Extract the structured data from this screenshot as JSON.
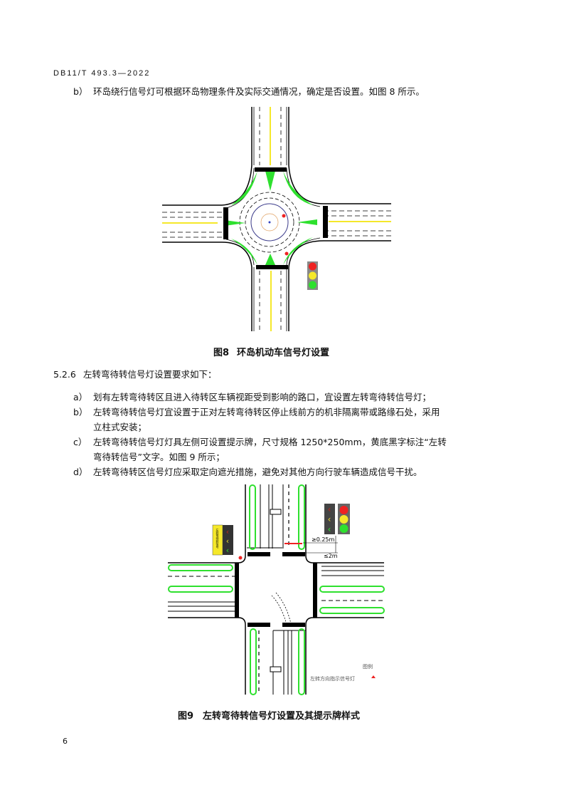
{
  "header": {
    "doc_code": "DB11/T 493.3—2022"
  },
  "para_b_roundabout": {
    "marker": "b）",
    "text": "环岛绕行信号灯可根据环岛物理条件及实际交通情况，确定是否设置。如图 8 所示。"
  },
  "figure8": {
    "caption_num": "图8",
    "caption": "环岛机动车信号灯设置"
  },
  "section": {
    "number": "5.2.6",
    "title": "左转弯待转信号灯设置要求如下："
  },
  "items": [
    {
      "marker": "a）",
      "lines": [
        "划有左转弯待转区且进入待转区车辆视距受到影响的路口，宜设置左转弯待转信号灯；"
      ]
    },
    {
      "marker": "b）",
      "lines": [
        "左转弯待转信号灯宜设置于正对左转弯待转区停止线前方的机非隔离带或路缘石处，采用",
        "立柱式安装；"
      ]
    },
    {
      "marker": "c）",
      "lines": [
        "左转弯待转信号灯灯具左侧可设置提示牌，尺寸规格 1250*250mm，黄底黑字标注“左转",
        "弯待转信号”文字。如图 9 所示；"
      ]
    },
    {
      "marker": "d）",
      "lines": [
        "左转弯待转区信号灯应采取定向遮光措施，避免对其他方向行驶车辆造成信号干扰。"
      ]
    }
  ],
  "figure9": {
    "caption_num": "图9",
    "caption": "左转弯待转信号灯设置及其提示牌样式",
    "dim_top": "≥0.25m",
    "dim_bottom": "≤2m",
    "sign_text": "左转弯待转信号",
    "legend_title": "图例",
    "legend_item": "左转方向指示信号灯"
  },
  "page_number": "6",
  "colors": {
    "green": "#2ee02e",
    "yellow": "#f5e82a",
    "red": "#ee2222"
  }
}
